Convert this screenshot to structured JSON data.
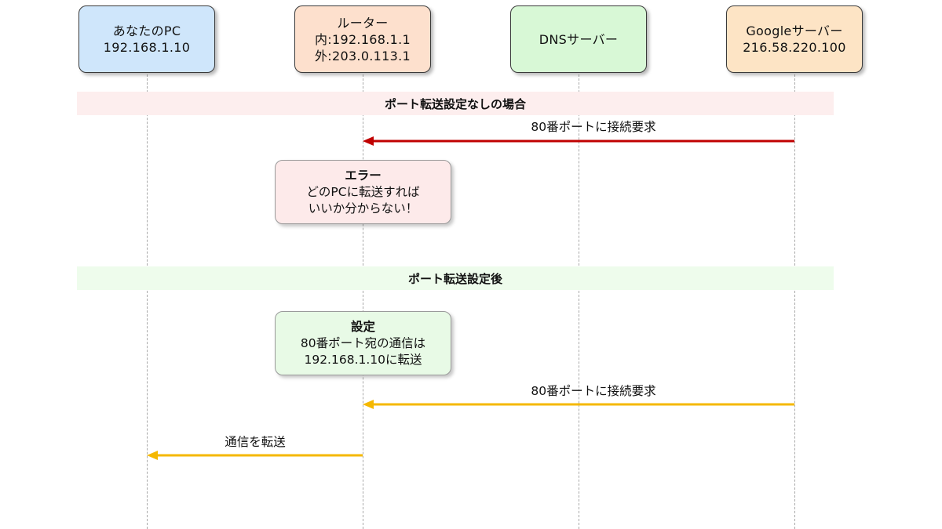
{
  "participants": [
    {
      "id": "pc",
      "lines": [
        "あなたのPC",
        "192.168.1.10"
      ],
      "fill": "#cfe6fb"
    },
    {
      "id": "router",
      "lines": [
        "ルーター",
        "内:192.168.1.1",
        "外:203.0.113.1"
      ],
      "fill": "#fde0cd"
    },
    {
      "id": "dns",
      "lines": [
        "DNSサーバー"
      ],
      "fill": "#d8f8d6"
    },
    {
      "id": "google",
      "lines": [
        "Googleサーバー",
        "216.58.220.100"
      ],
      "fill": "#fde4c5"
    }
  ],
  "sections": [
    {
      "title": "ポート転送設定なしの場合",
      "fill": "#fdeeee"
    },
    {
      "title": "ポート転送設定後",
      "fill": "#eefcec"
    }
  ],
  "notes": [
    {
      "title": "エラー",
      "lines": [
        "どのPCに転送すれば",
        "いいか分からない！"
      ],
      "fill": "#fdeaea"
    },
    {
      "title": "設定",
      "lines": [
        "80番ポート宛の通信は",
        "192.168.1.10に転送"
      ],
      "fill": "#e8fae6"
    }
  ],
  "messages": [
    {
      "from": "google",
      "to": "router",
      "label": "80番ポートに接続要求",
      "color": "#c00000"
    },
    {
      "from": "google",
      "to": "router",
      "label": "80番ポートに接続要求",
      "color": "#f5b800"
    },
    {
      "from": "router",
      "to": "pc",
      "label": "通信を転送",
      "color": "#f5b800"
    }
  ]
}
